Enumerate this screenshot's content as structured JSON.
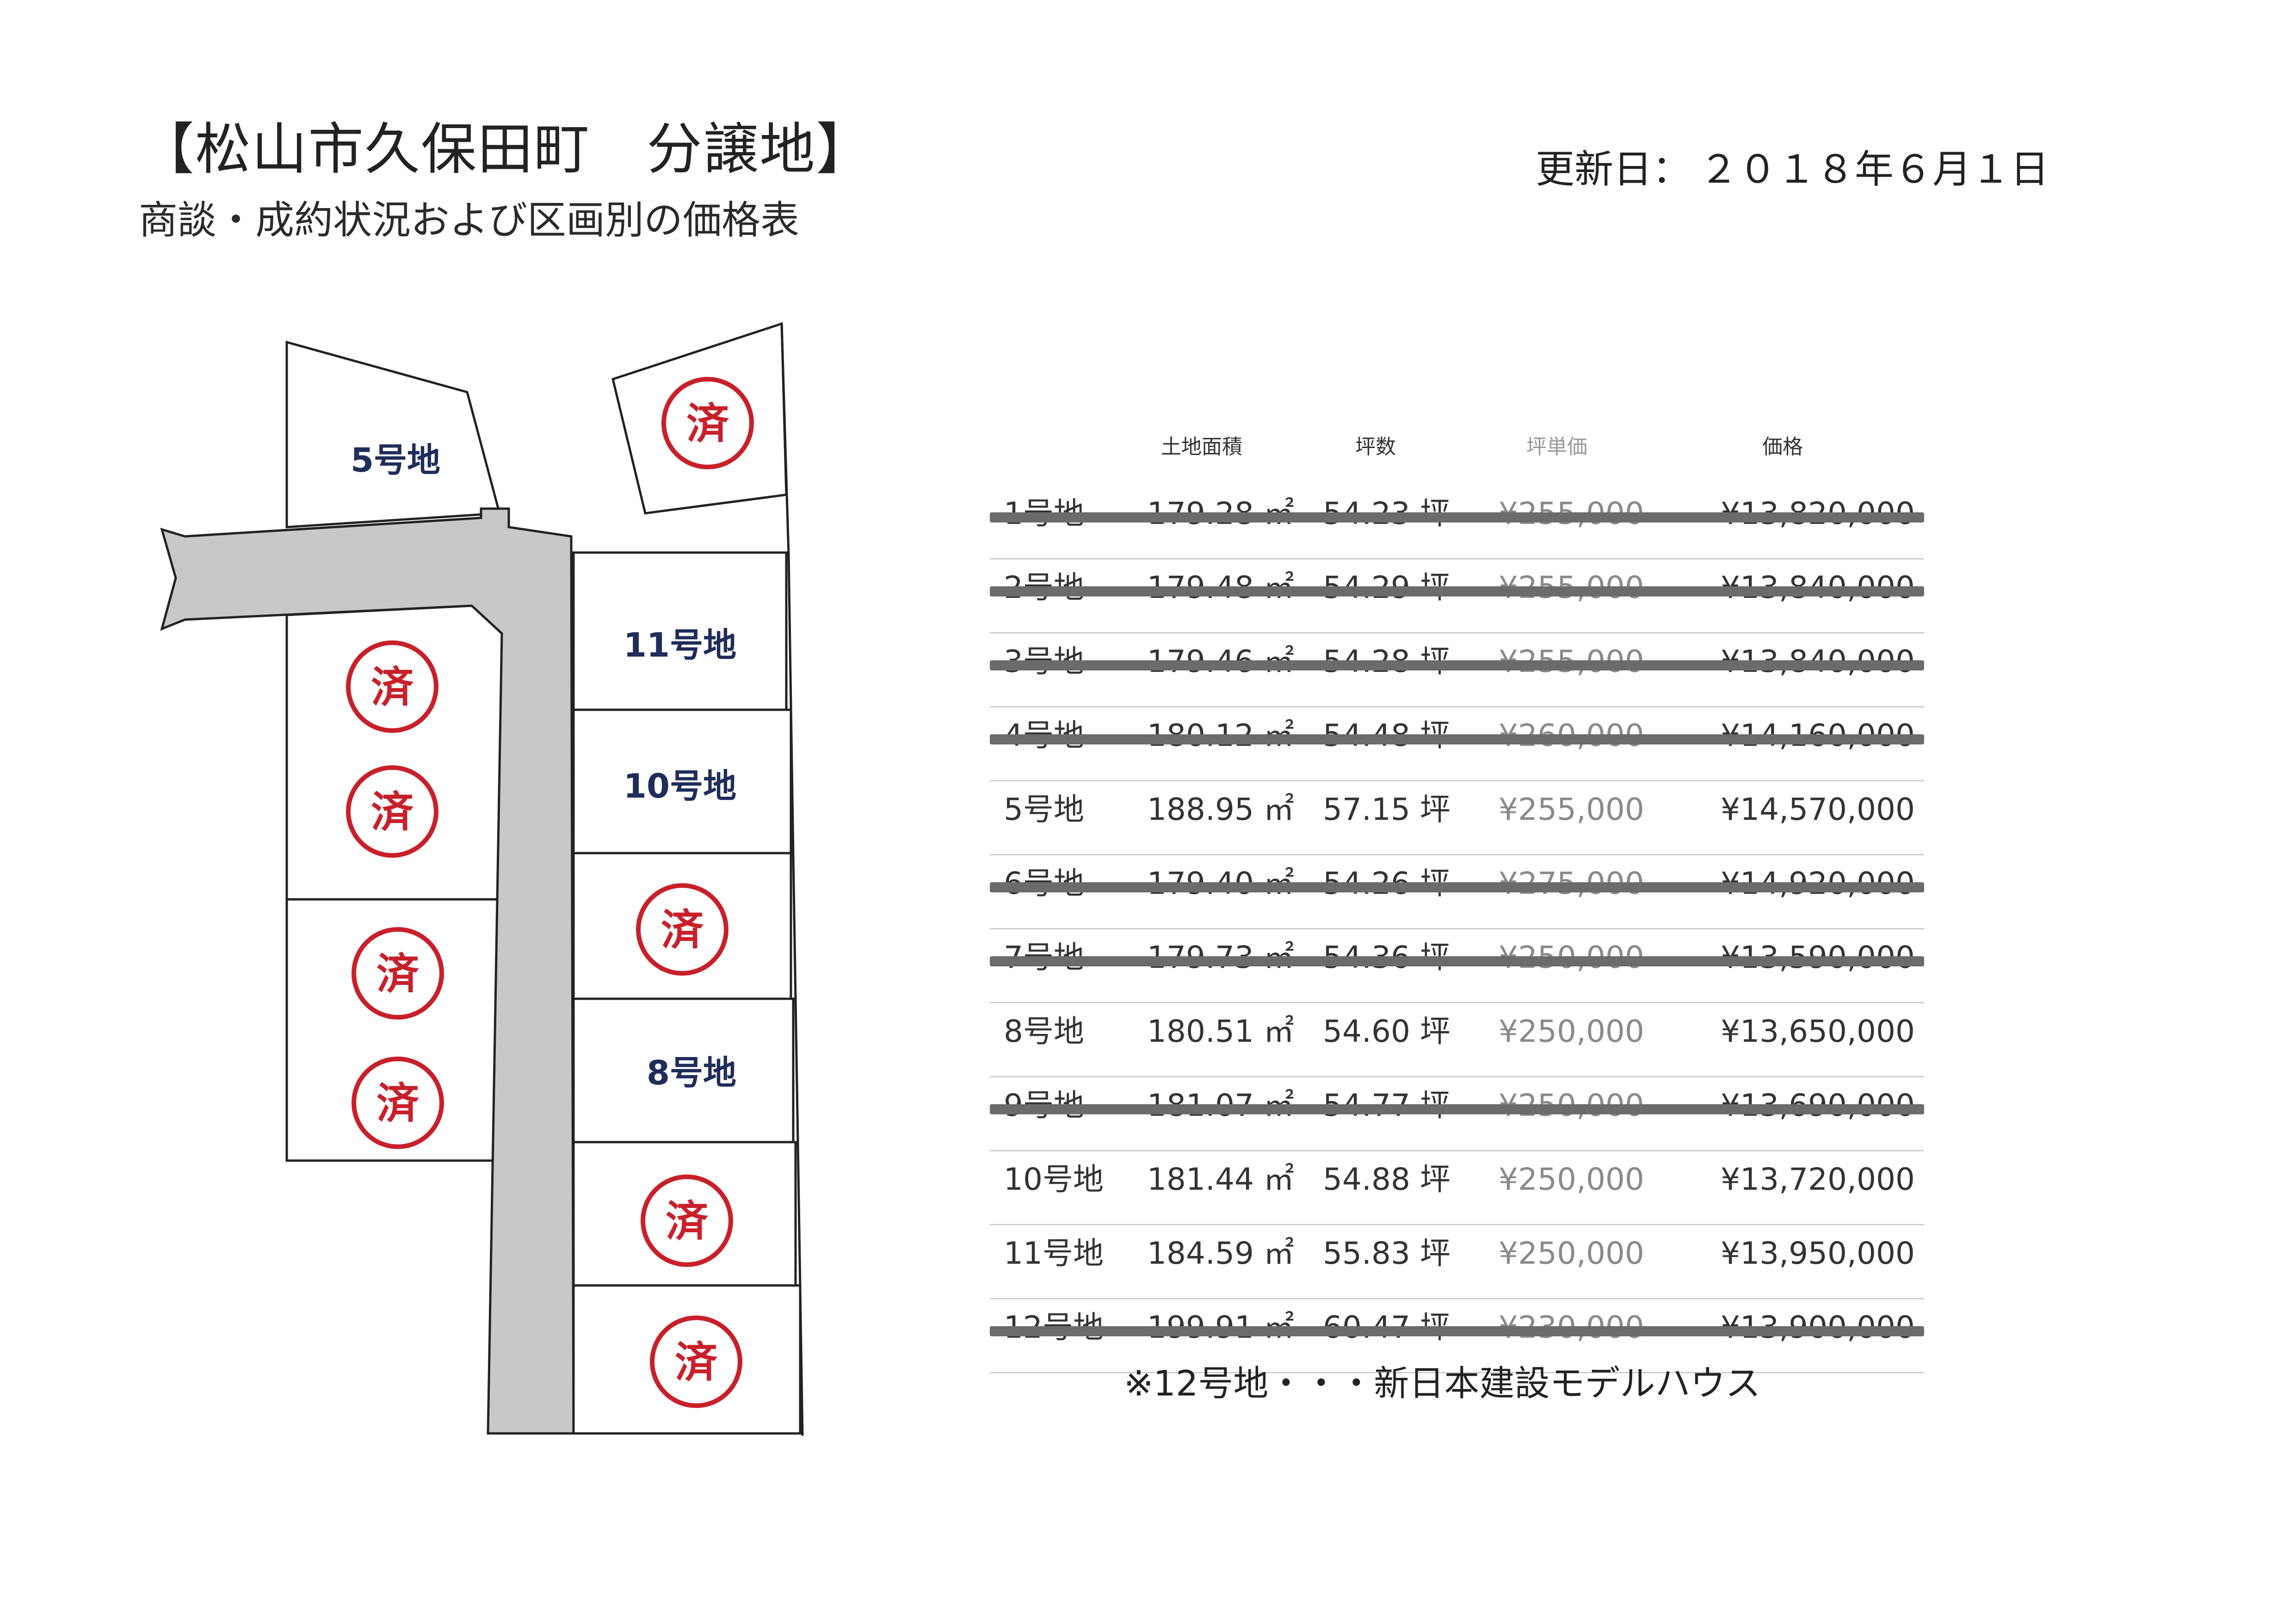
{
  "header": {
    "title": "【松山市久保田町　分譲地】",
    "subtitle": "商談・成約状況および区画別の価格表",
    "updated_label": "更新日：",
    "updated_date": "２０１８年６月１日"
  },
  "map": {
    "lot5": "5号地",
    "lot11": "11号地",
    "lot10": "10号地",
    "lot8": "8号地",
    "sold_mark": "済"
  },
  "table": {
    "headers": {
      "area": "土地面積",
      "tsubo": "坪数",
      "unit_price": "坪単価",
      "price": "価格"
    },
    "rows": [
      {
        "lot": "1号地",
        "area": "179.28 ㎡",
        "tsubo": "54.23 坪",
        "unit": "¥255,000",
        "price": "¥13,820,000",
        "sold": true
      },
      {
        "lot": "2号地",
        "area": "179.48 ㎡",
        "tsubo": "54.29 坪",
        "unit": "¥255,000",
        "price": "¥13,840,000",
        "sold": true
      },
      {
        "lot": "3号地",
        "area": "179.46 ㎡",
        "tsubo": "54.28 坪",
        "unit": "¥255,000",
        "price": "¥13,840,000",
        "sold": true
      },
      {
        "lot": "4号地",
        "area": "180.12 ㎡",
        "tsubo": "54.48 坪",
        "unit": "¥260,000",
        "price": "¥14,160,000",
        "sold": true
      },
      {
        "lot": "5号地",
        "area": "188.95 ㎡",
        "tsubo": "57.15 坪",
        "unit": "¥255,000",
        "price": "¥14,570,000",
        "sold": false
      },
      {
        "lot": "6号地",
        "area": "179.40 ㎡",
        "tsubo": "54.26 坪",
        "unit": "¥275,000",
        "price": "¥14,920,000",
        "sold": true
      },
      {
        "lot": "7号地",
        "area": "179.73 ㎡",
        "tsubo": "54.36 坪",
        "unit": "¥250,000",
        "price": "¥13,590,000",
        "sold": true
      },
      {
        "lot": "8号地",
        "area": "180.51 ㎡",
        "tsubo": "54.60 坪",
        "unit": "¥250,000",
        "price": "¥13,650,000",
        "sold": false
      },
      {
        "lot": "9号地",
        "area": "181.07 ㎡",
        "tsubo": "54.77 坪",
        "unit": "¥250,000",
        "price": "¥13,690,000",
        "sold": true
      },
      {
        "lot": "10号地",
        "area": "181.44 ㎡",
        "tsubo": "54.88 坪",
        "unit": "¥250,000",
        "price": "¥13,720,000",
        "sold": false
      },
      {
        "lot": "11号地",
        "area": "184.59 ㎡",
        "tsubo": "55.83 坪",
        "unit": "¥250,000",
        "price": "¥13,950,000",
        "sold": false
      },
      {
        "lot": "12号地",
        "area": "199.91 ㎡",
        "tsubo": "60.47 坪",
        "unit": "¥230,000",
        "price": "¥13,900,000",
        "sold": true
      }
    ],
    "note": "※12号地・・・新日本建設モデルハウス"
  },
  "colors": {
    "stamp_red": "#c8202a",
    "lot_label_navy": "#1f2d5a",
    "road_gray": "#c8c8c8",
    "strike_gray": "#6b6b6b"
  }
}
